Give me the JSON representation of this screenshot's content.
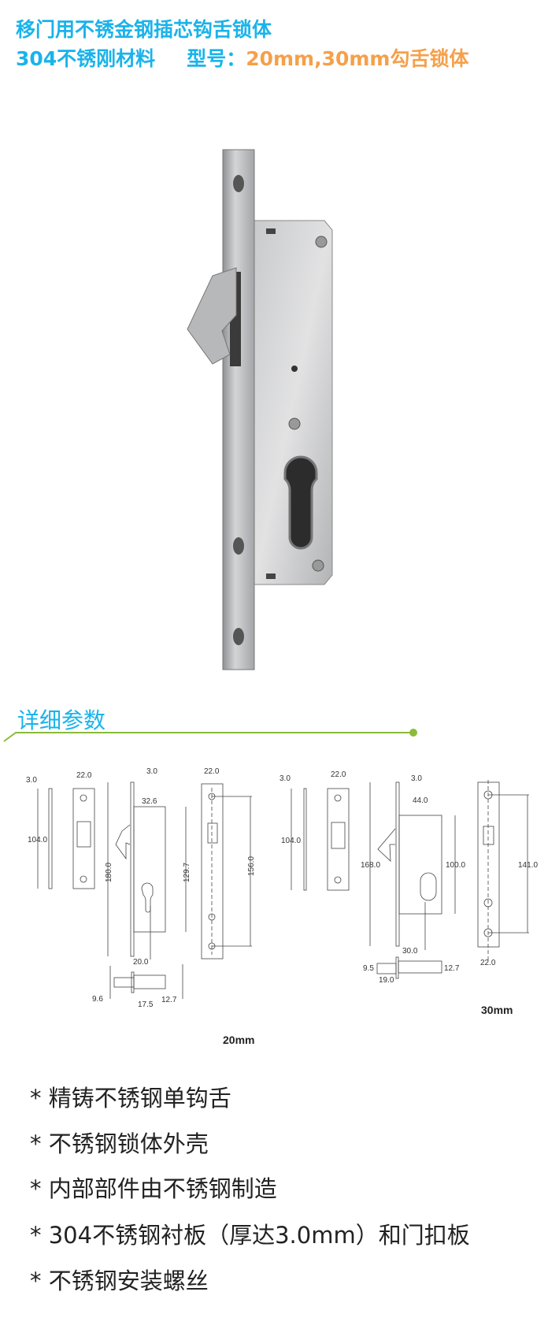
{
  "header": {
    "title": "移门用不锈金钢插芯钩舌锁体",
    "material": "304不锈刚材料",
    "model_label": "型号：",
    "model_value": "20mm,30mm勾舌锁体"
  },
  "section": {
    "title": "详细参数"
  },
  "drawings": {
    "d20": {
      "label": "20mm",
      "dims": [
        "3.0",
        "22.0",
        "104.0",
        "3.0",
        "32.6",
        "180.0",
        "129.7",
        "20.0",
        "22.0",
        "156.0",
        "9.6",
        "17.5",
        "12.7"
      ]
    },
    "d30": {
      "label": "30mm",
      "dims": [
        "3.0",
        "22.0",
        "104.0",
        "3.0",
        "44.0",
        "168.0",
        "100.0",
        "30.0",
        "22.0",
        "141.0",
        "9.5",
        "19.0",
        "12.7"
      ]
    }
  },
  "features": [
    "* 精铸不锈钢单钩舌",
    "* 不锈钢锁体外壳",
    "* 内部部件由不锈钢制造",
    "* 304不锈钢衬板（厚达3.0mm）和门扣板",
    "* 不锈钢安装螺丝"
  ],
  "colors": {
    "title": "#1ab3ea",
    "accent": "#f5a04a",
    "line": "#8bbb3a"
  }
}
